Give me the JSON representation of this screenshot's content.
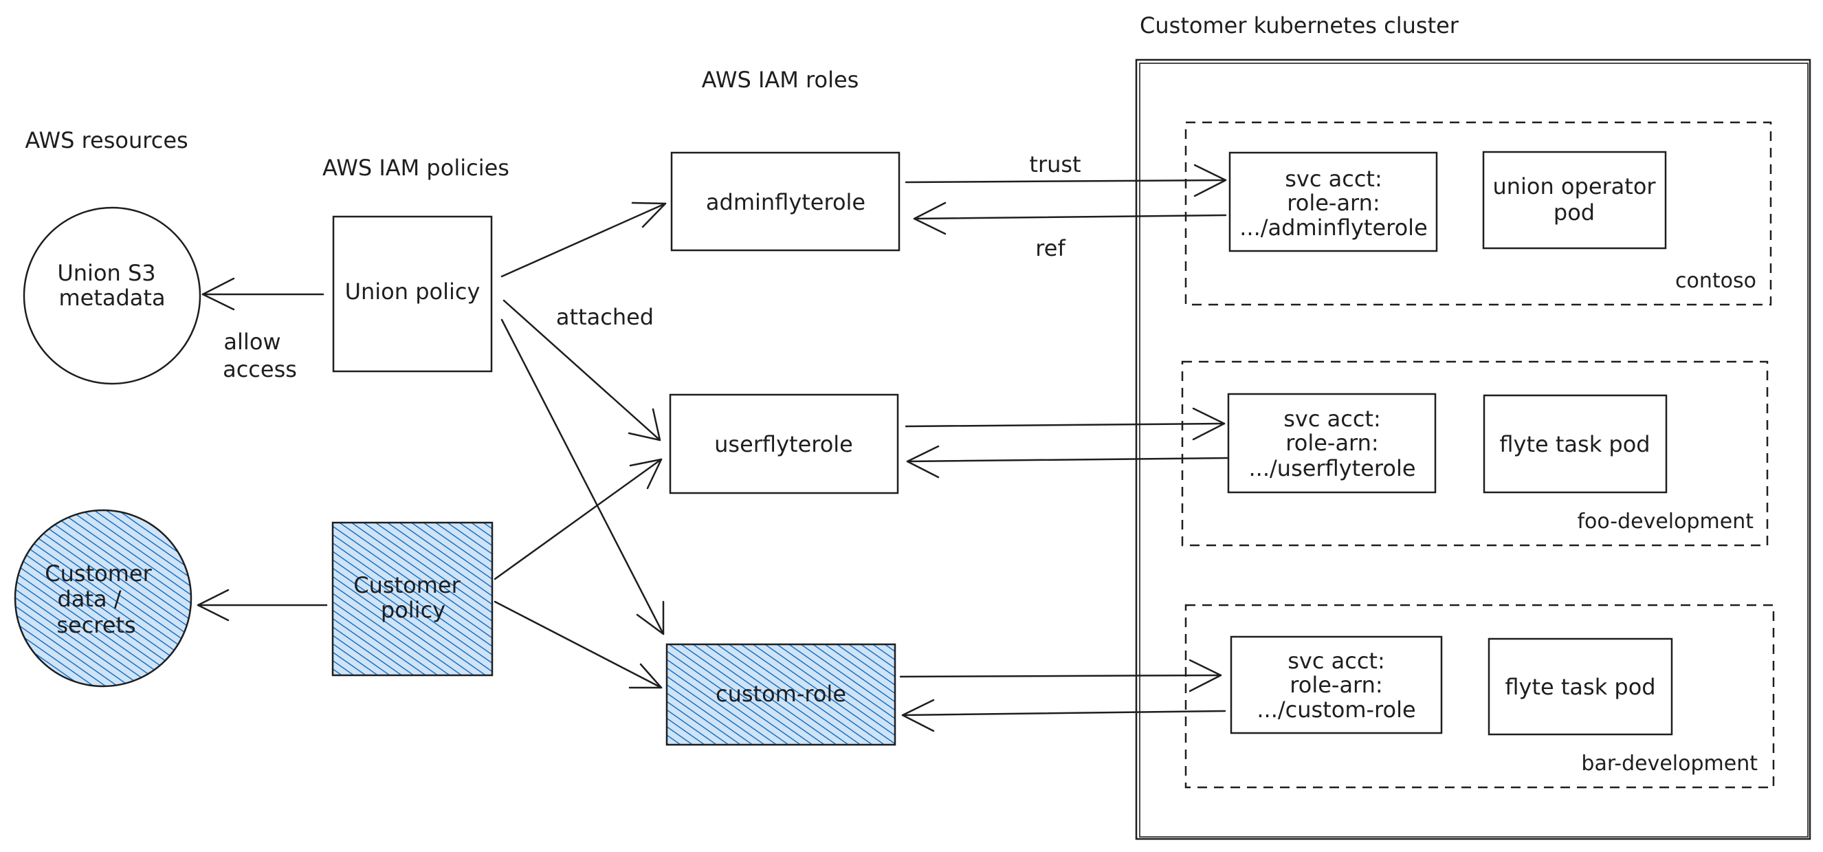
{
  "colors": {
    "stroke": "#1e1e1e",
    "hatch": "#1971c2",
    "background": "#ffffff"
  },
  "sections": {
    "aws_resources": "AWS resources",
    "iam_policies": "AWS IAM policies",
    "iam_roles": "AWS IAM roles",
    "cluster": "Customer kubernetes cluster"
  },
  "resources": {
    "union_s3": [
      "Union S3",
      "metadata"
    ],
    "customer_data": [
      "Customer",
      "data /",
      "secrets"
    ]
  },
  "policies": {
    "union": [
      "Union policy"
    ],
    "customer": [
      "Customer",
      "policy"
    ]
  },
  "roles": {
    "admin": "adminflyterole",
    "user": "userflyterole",
    "custom": "custom-role"
  },
  "edge_labels": {
    "allow_access": [
      "allow",
      "access"
    ],
    "attached": "attached",
    "trust": "trust",
    "ref": "ref"
  },
  "namespaces": [
    {
      "name": "contoso",
      "svc": [
        "svc acct:",
        "role-arn:",
        ".../adminflyterole"
      ],
      "pod": [
        "union operator",
        "pod"
      ]
    },
    {
      "name": "foo-development",
      "svc": [
        "svc acct:",
        "role-arn:",
        ".../userflyterole"
      ],
      "pod": [
        "flyte task pod"
      ]
    },
    {
      "name": "bar-development",
      "svc": [
        "svc acct:",
        "role-arn:",
        ".../custom-role"
      ],
      "pod": [
        "flyte task pod"
      ]
    }
  ]
}
